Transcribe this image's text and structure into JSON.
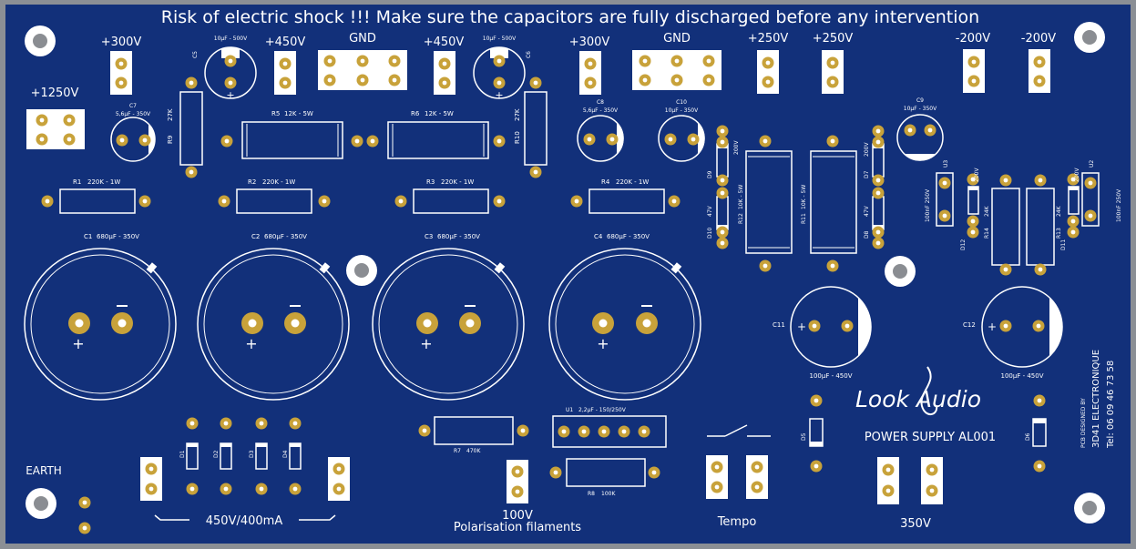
{
  "board": {
    "warning": "Risk of electric shock !!!  Make sure the capacitors are fully discharged before any intervention",
    "brand": "Look Audio",
    "title": "POWER SUPPLY AL001",
    "designer_lines": [
      "PCB DESIGNED BY",
      "3D41 ELECTRONIQUE",
      "Tel: 06 09 46 73 58"
    ],
    "colors": {
      "substrate": "#12307a",
      "edge": "#8b8f95",
      "silk": "#ffffff",
      "pad": "#c8a23a",
      "hole": "#ffffff"
    }
  },
  "connectors": [
    {
      "label": "+300V"
    },
    {
      "label": "+450V"
    },
    {
      "label": "GND"
    },
    {
      "label": "+450V"
    },
    {
      "label": "+300V"
    },
    {
      "label": "GND"
    },
    {
      "label": "+250V"
    },
    {
      "label": "+250V"
    },
    {
      "label": "-200V"
    },
    {
      "label": "-200V"
    },
    {
      "label": "+1250V"
    },
    {
      "label": "EARTH"
    },
    {
      "label": "450V/400mA"
    },
    {
      "label": "100V"
    },
    {
      "label": "Polarisation filaments"
    },
    {
      "label": "Tempo"
    },
    {
      "label": "350V"
    }
  ],
  "components": {
    "C5": {
      "ref": "C5",
      "value": "10µF - 500V"
    },
    "C6": {
      "ref": "C6",
      "value": "10µF - 500V"
    },
    "C7": {
      "ref": "C7",
      "value": "5,6µF - 350V"
    },
    "C8": {
      "ref": "C8",
      "value": "5,6µF - 350V"
    },
    "C10": {
      "ref": "C10",
      "value": "10µF - 350V"
    },
    "C9": {
      "ref": "C9",
      "value": "10µF - 350V"
    },
    "R9": {
      "ref": "R9",
      "value": "27K"
    },
    "R10": {
      "ref": "R10",
      "value": "27K"
    },
    "R5": {
      "ref": "R5",
      "value": "12K - 5W"
    },
    "R6": {
      "ref": "R6",
      "value": "12K - 5W"
    },
    "R1": {
      "ref": "R1",
      "value": "220K - 1W"
    },
    "R2": {
      "ref": "R2",
      "value": "220K - 1W"
    },
    "R3": {
      "ref": "R3",
      "value": "220K - 1W"
    },
    "R4": {
      "ref": "R4",
      "value": "220K - 1W"
    },
    "C1": {
      "ref": "C1",
      "value": "680µF - 350V"
    },
    "C2": {
      "ref": "C2",
      "value": "680µF - 350V"
    },
    "C3": {
      "ref": "C3",
      "value": "680µF - 350V"
    },
    "C4": {
      "ref": "C4",
      "value": "680µF - 350V"
    },
    "D9": {
      "ref": "D9",
      "value": "200V"
    },
    "D10": {
      "ref": "D10",
      "value": "47V"
    },
    "D7": {
      "ref": "D7",
      "value": "200V"
    },
    "D8": {
      "ref": "D8",
      "value": "47V"
    },
    "R12": {
      "ref": "R12",
      "value": "10K - 5W"
    },
    "R11": {
      "ref": "R11",
      "value": "10K - 5W"
    },
    "U3": {
      "ref": "U3",
      "value": "100nF 250V"
    },
    "U2": {
      "ref": "U2",
      "value": "100nF 250V"
    },
    "D12": {
      "ref": "D12",
      "value": "200V"
    },
    "D11": {
      "ref": "D11",
      "value": "200V"
    },
    "R14": {
      "ref": "R14",
      "value": "24K"
    },
    "R13": {
      "ref": "R13",
      "value": "24K"
    },
    "C11": {
      "ref": "C11",
      "value": "100µF - 450V"
    },
    "C12": {
      "ref": "C12",
      "value": "100µF - 450V"
    },
    "D1": {
      "ref": "D1"
    },
    "D2": {
      "ref": "D2"
    },
    "D3": {
      "ref": "D3"
    },
    "D4": {
      "ref": "D4"
    },
    "R7": {
      "ref": "R7",
      "value": "470K"
    },
    "U1": {
      "ref": "U1",
      "value": "2,2µF - 150/250V"
    },
    "R8": {
      "ref": "R8",
      "value": "100K"
    },
    "D5": {
      "ref": "D5"
    },
    "D6": {
      "ref": "D6"
    }
  }
}
